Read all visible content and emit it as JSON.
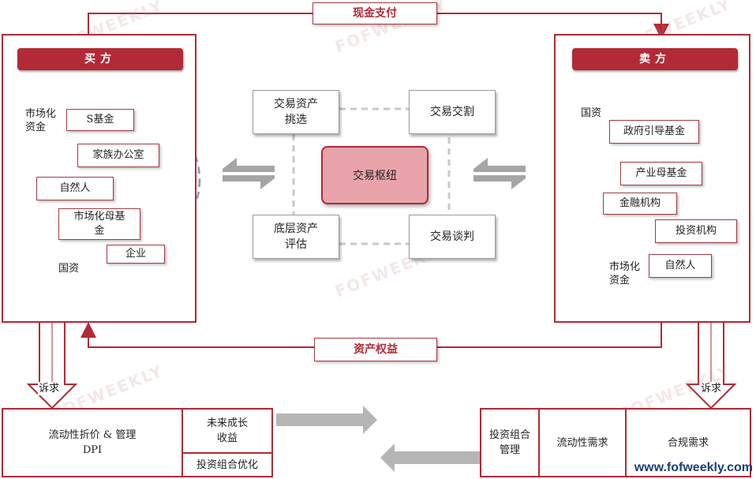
{
  "flow": {
    "top_label": "现金支付",
    "middle_label": "资产权益"
  },
  "buyer": {
    "header": "买方",
    "market_fund_label": "市场化资金",
    "state_label": "国资",
    "items": [
      "S基金",
      "家族办公室",
      "自然人",
      "市场化母基金",
      "企业"
    ]
  },
  "seller": {
    "header": "卖方",
    "state_label": "国资",
    "market_fund_label": "市场化资金",
    "items": [
      "政府引导基金",
      "产业母基金",
      "金融机构",
      "投资机构",
      "自然人"
    ]
  },
  "hub": {
    "center": "交易枢纽",
    "nodes": [
      "交易资产挑选",
      "交易交割",
      "底层资产评估",
      "交易谈判"
    ]
  },
  "demands": {
    "label": "诉求",
    "buyer": [
      "流动性折价 & 管理DPI",
      "未来成长收益",
      "投资组合优化"
    ],
    "seller": [
      "投资组合管理",
      "流动性需求",
      "合规需求"
    ]
  },
  "watermark": "FOFWEEKLY",
  "site": "www.fofweekly.com",
  "colors": {
    "accent": "#b22a35",
    "gray_dash": "#8a9bb0",
    "arrow_gray": "#b5b5b5"
  }
}
